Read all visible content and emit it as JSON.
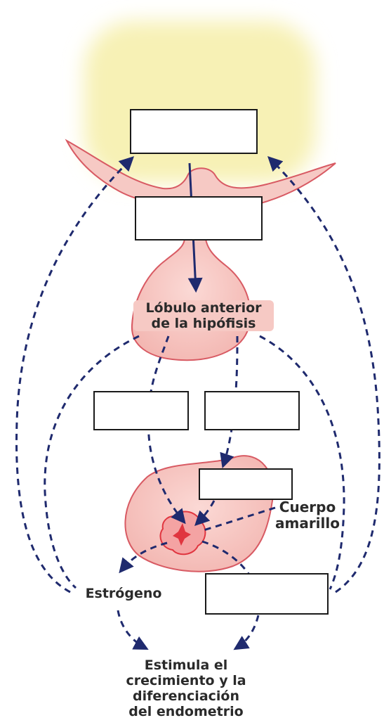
{
  "labels": {
    "pituitary_line1": "Lóbulo anterior",
    "pituitary_line2": "de la hipófisis",
    "corpus_line1": "Cuerpo",
    "corpus_line2": "amarillo",
    "estrogen": "Estrógeno",
    "effect_line1": "Estimula el",
    "effect_line2": "crecimiento y la",
    "effect_line3": "diferenciación",
    "effect_line4": "del endometrio"
  },
  "colors": {
    "hypothalamus": "#f7f1b5",
    "gland_fill": "#f6c9c4",
    "gland_stroke": "#d85a63",
    "arrow": "#1f2a6e",
    "follicle": "#e0353f"
  }
}
